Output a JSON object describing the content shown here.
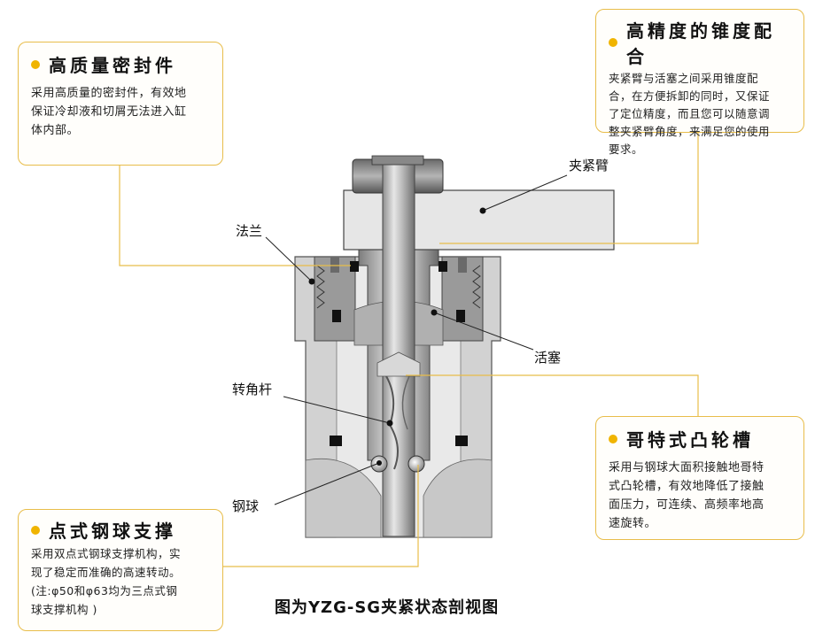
{
  "boxes": {
    "seal": {
      "title": "高质量密封件",
      "lines": [
        "采用高质量的密封件，有效地",
        "保证冷却液和切屑无法进入缸",
        "体内部。"
      ]
    },
    "taper": {
      "title": "高精度的锥度配合",
      "lines": [
        "夹紧臂与活塞之间采用锥度配",
        "合，在方便拆卸的同时，又保证",
        "了定位精度，而且您可以随意调",
        "整夹紧臂角度，来满足您的使用",
        "要求。"
      ]
    },
    "cam": {
      "title": "哥特式凸轮槽",
      "lines": [
        "采用与钢球大面积接触地哥特",
        "式凸轮槽，有效地降低了接触",
        "面压力，可连续、高频率地高",
        "速旋转。"
      ]
    },
    "ball": {
      "title": "点式钢球支撑",
      "lines": [
        "采用双点式钢球支撑机构，实",
        "现了稳定而准确的高速转动。",
        "(注:φ50和φ63均为三点式钢",
        "球支撑机构 )"
      ]
    }
  },
  "labels": {
    "arm": "夹紧臂",
    "flange": "法兰",
    "piston": "活塞",
    "rod": "转角杆",
    "steel_ball": "钢球"
  },
  "caption": "图为YZG-SG夹紧状态剖视图",
  "colors": {
    "accent": "#e8bd4a",
    "bullet": "#f0b400"
  }
}
